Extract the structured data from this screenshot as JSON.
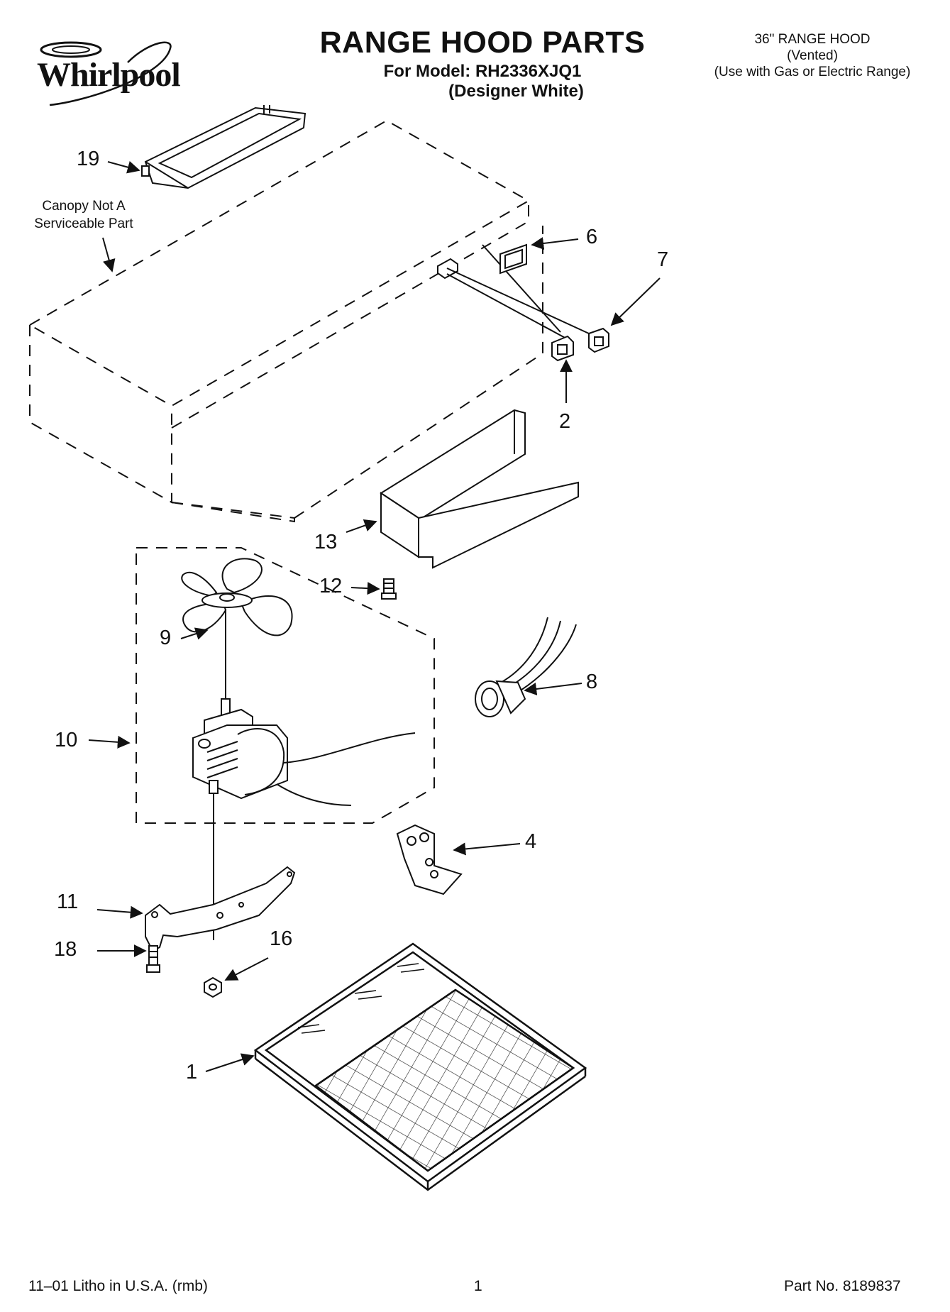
{
  "header": {
    "brand": "Whirlpool",
    "title": "RANGE HOOD PARTS",
    "model_line": "For Model: RH2336XJQ1",
    "color_line": "(Designer White)",
    "spec_lines": [
      "36\" RANGE HOOD",
      "(Vented)",
      "(Use with Gas or Electric Range)"
    ]
  },
  "notes": {
    "canopy_line1": "Canopy Not A",
    "canopy_line2": "Serviceable Part"
  },
  "callouts": {
    "c19": "19",
    "c6": "6",
    "c7": "7",
    "c2": "2",
    "c13": "13",
    "c12": "12",
    "c9": "9",
    "c8": "8",
    "c10": "10",
    "c4": "4",
    "c11": "11",
    "c16": "16",
    "c18": "18",
    "c1": "1"
  },
  "footer": {
    "litho": "11–01 Litho in U.S.A. (rmb)",
    "page": "1",
    "part_no": "Part No. 8189837"
  },
  "icons": [
    "whirlpool-logo-icon"
  ]
}
